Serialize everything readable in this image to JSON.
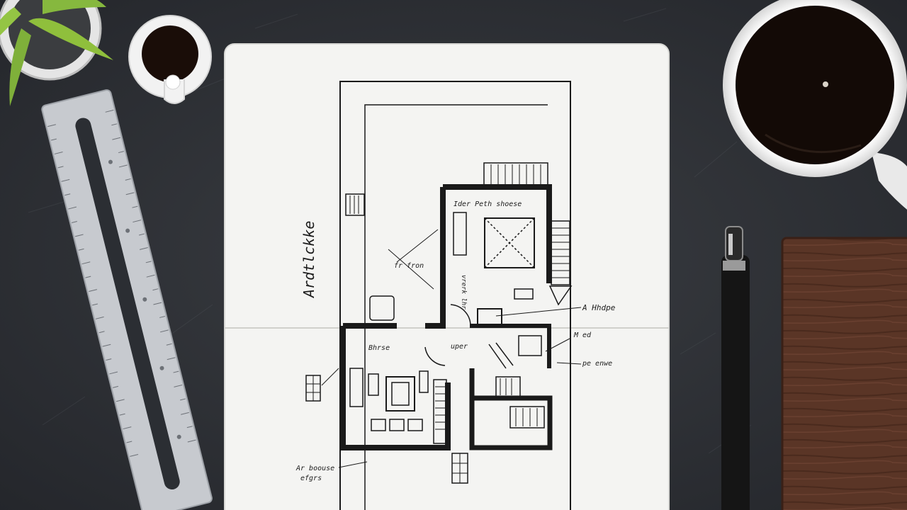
{
  "scene": {
    "desk_color": "#2f3236",
    "paper_color": "#f4f4f2",
    "ink_color": "#1a1a1a",
    "wood_color": "#5a3526",
    "ruler_color": "#c9ccd0",
    "coffee_color": "#150c08"
  },
  "notebook": {
    "vertical_label": "Ardtlckke",
    "annotations": [
      "Ider Peth shoese",
      "fr fron",
      "A Hhdpe",
      "M ed",
      "pe enwe",
      "Bhrse",
      "uper",
      "Ar boouse",
      "efgrs",
      "vrerk lhr"
    ]
  }
}
